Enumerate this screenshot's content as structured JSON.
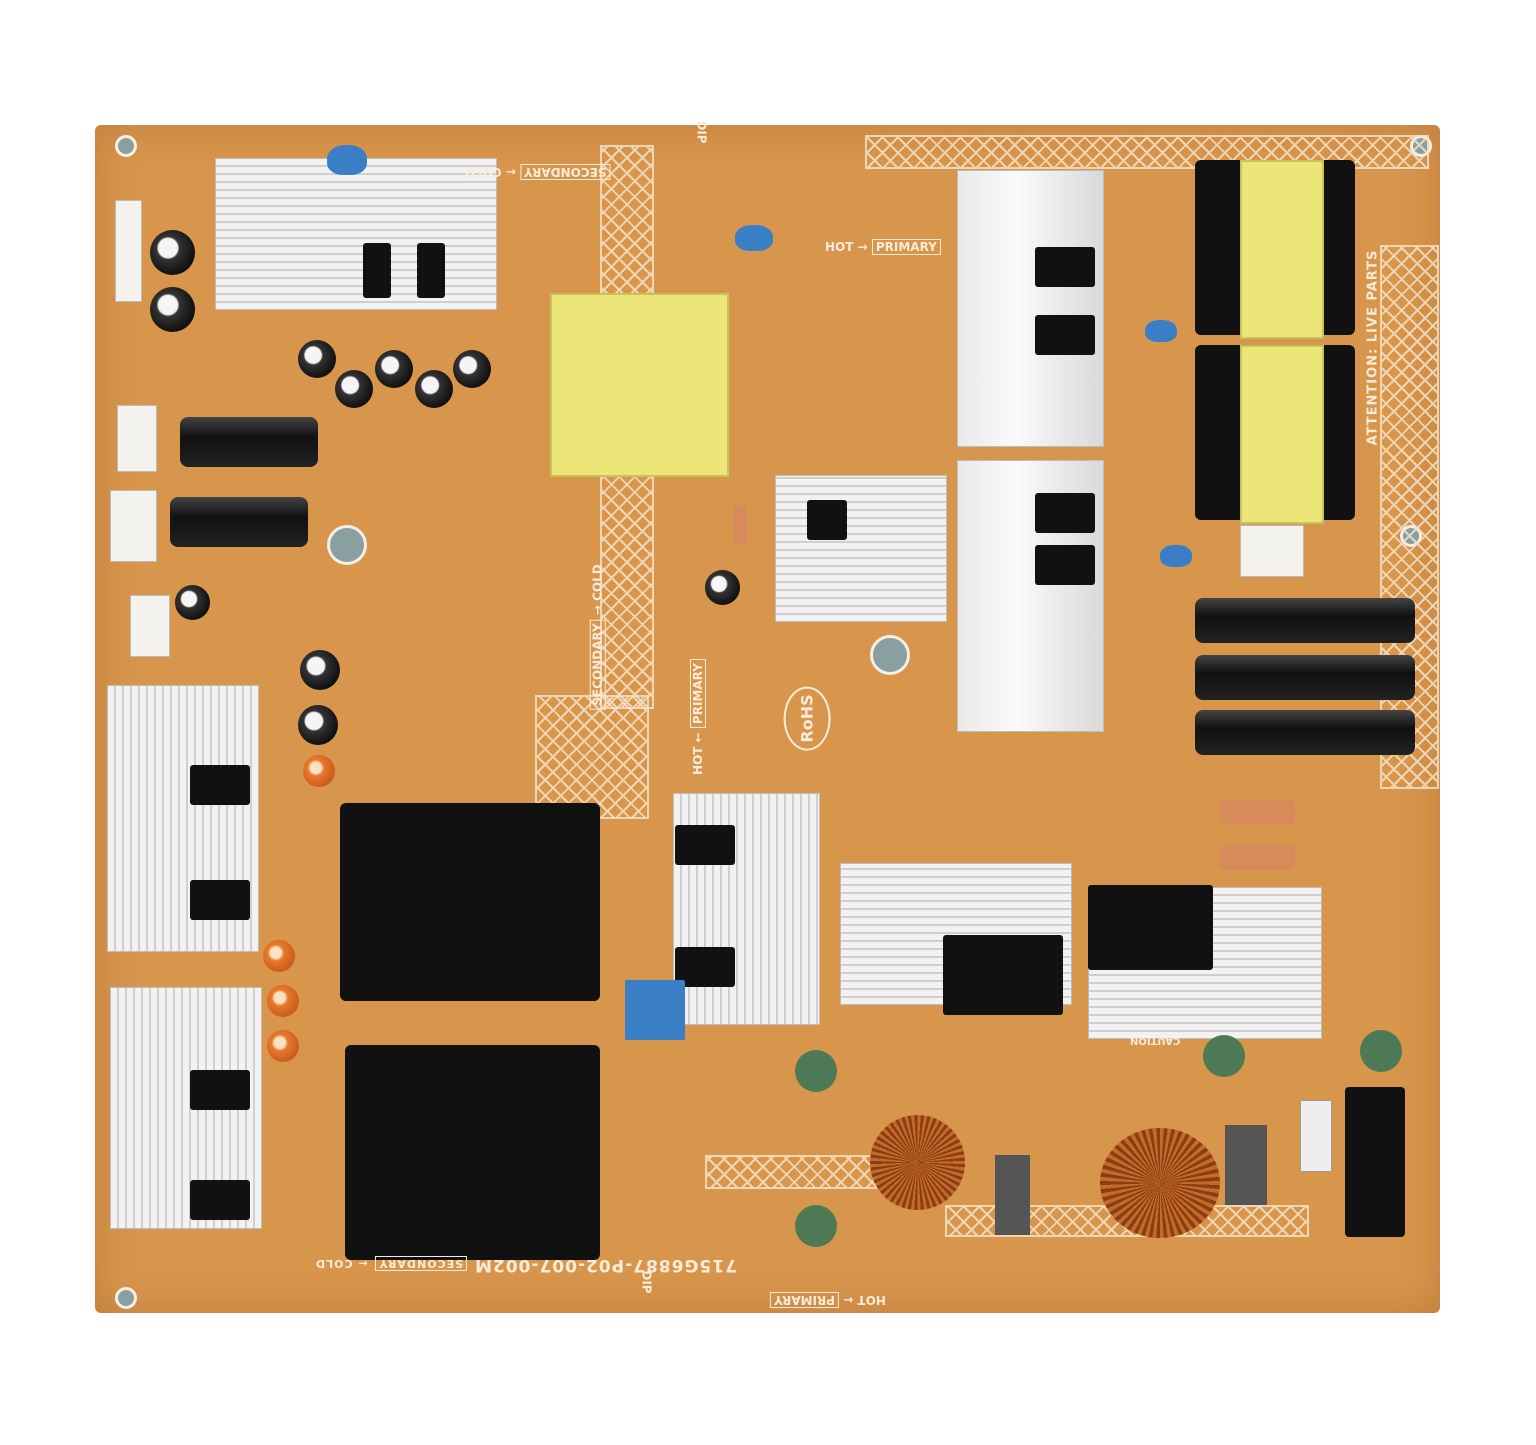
{
  "image": {
    "subject": "power-supply-board",
    "board_color": "#d8954c",
    "silkscreen": {
      "part_number": "715G6887-P02-007-002M",
      "secondary_label": "SECONDARY",
      "cold_label": "COLD",
      "hot_label": "HOT",
      "primary_label": "PRIMARY",
      "rohs_label": "RoHS",
      "attention_label": "ATTENTION: LIVE PARTS",
      "dip_label": "DIP",
      "caution_label": "CAUTION"
    }
  }
}
